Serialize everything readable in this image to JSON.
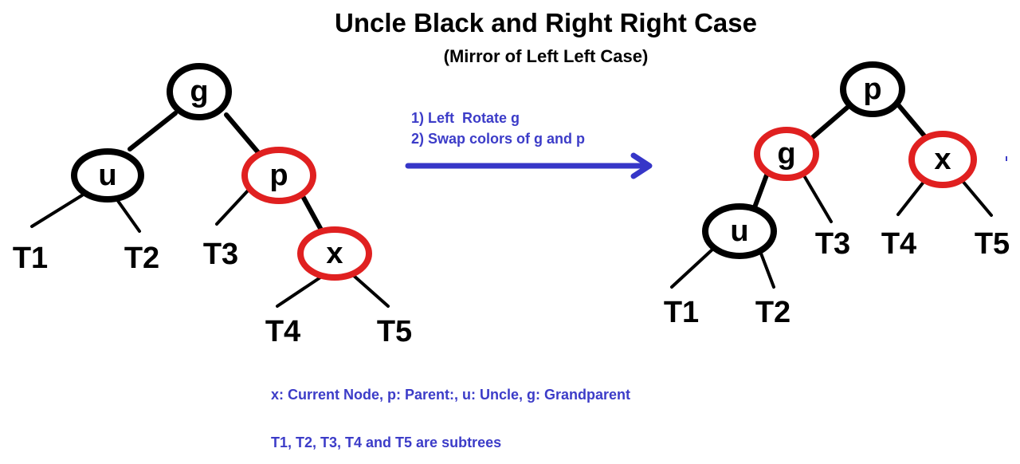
{
  "title": "Uncle Black and Right Right Case",
  "subtitle": "(Mirror of Left Left Case)",
  "steps": [
    "1) Left  Rotate g",
    "2) Swap colors of g and p"
  ],
  "legend": {
    "line1": "x: Current Node,  p: Parent:,  u: Uncle,  g: Grandparent",
    "line2": "T1, T2, T3, T4 and T5 are subtrees"
  },
  "colors": {
    "black_node": "#000000",
    "red_node": "#e02020",
    "arrow": "#3636c8",
    "annotation": "#3c3cc8"
  },
  "before": {
    "nodes": [
      {
        "label": "g",
        "color": "black"
      },
      {
        "label": "u",
        "color": "black"
      },
      {
        "label": "p",
        "color": "red"
      },
      {
        "label": "x",
        "color": "red"
      }
    ],
    "subtrees": [
      "T1",
      "T2",
      "T3",
      "T4",
      "T5"
    ]
  },
  "after": {
    "nodes": [
      {
        "label": "p",
        "color": "black"
      },
      {
        "label": "g",
        "color": "red"
      },
      {
        "label": "x",
        "color": "red"
      },
      {
        "label": "u",
        "color": "black"
      }
    ],
    "subtrees": [
      "T3",
      "T4",
      "T5",
      "T1",
      "T2"
    ]
  }
}
